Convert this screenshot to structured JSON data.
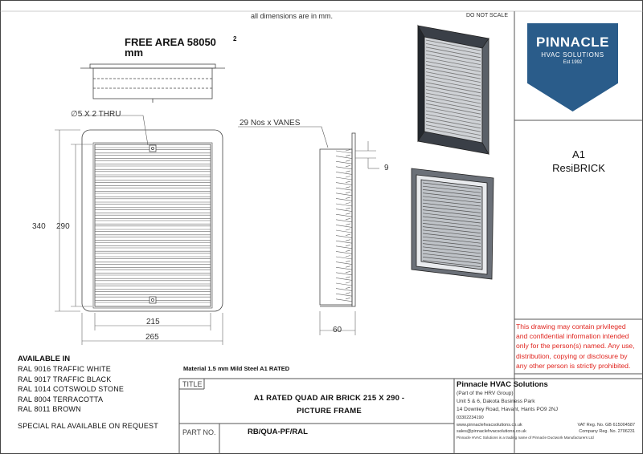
{
  "header": {
    "dims_note": "all dimensions are in mm.",
    "scale_note": "DO NOT SCALE"
  },
  "free_area": {
    "label": "FREE AREA 58050",
    "unit": "mm",
    "superscript": "2"
  },
  "front_view": {
    "hole_label": "∅5 X 2 THRU",
    "dim_outer_height": "340",
    "dim_inner_height": "290",
    "dim_inner_width": "215",
    "dim_outer_width": "265"
  },
  "side_view": {
    "vanes_label": "29 Nos x VANES",
    "dim_pitch": "9",
    "dim_depth": "60"
  },
  "logo": {
    "brand": "PINNACLE",
    "subtitle": "HVAC SOLUTIONS",
    "est": "Est 1992"
  },
  "product": {
    "code": "A1",
    "name": "ResiBRICK"
  },
  "disclaimer": "This drawing may contain privileged and confidential information intended only for the person(s) named. Any use, distribution, copying or disclosure by any other person is strictly prohibited.",
  "availability": {
    "heading": "AVAILABLE IN",
    "colours": [
      "RAL 9016 TRAFFIC WHITE",
      "RAL 9017 TRAFFIC BLACK",
      "RAL 1014 COTSWOLD STONE",
      "RAL 8004 TERRACOTTA",
      "RAL 8011 BROWN"
    ],
    "special": "SPECIAL RAL AVAILABLE ON REQUEST"
  },
  "material": "Material 1.5 mm Mild Steel A1 RATED",
  "title_block": {
    "title_label": "TITLE",
    "title_line1": "A1 RATED QUAD AIR BRICK 215 X 290 -",
    "title_line2": "PICTURE FRAME",
    "part_label": "PART NO.",
    "part_no": "RB/QUA-PF/RAL"
  },
  "company": {
    "name": "Pinnacle HVAC Solutions",
    "group": "(Part of the HRV Group)",
    "address1": "Unit 5 & 6, Dakota Business Park",
    "address2": "14 Downley Road, Havant, Hants PO9 2NJ",
    "phone": "03302234190",
    "website": "www.pinnaclehvacsolutions.co.uk",
    "email": "sales@pinnaclehvacsolutions.co.uk",
    "vat": "VAT Reg. No. GB 615004587",
    "company_reg": "Company Reg. No. 2706231",
    "footer": "Pinnacle HVAC Solutions is a trading name of Pinnacle Ductwork Manufacturers Ltd"
  }
}
